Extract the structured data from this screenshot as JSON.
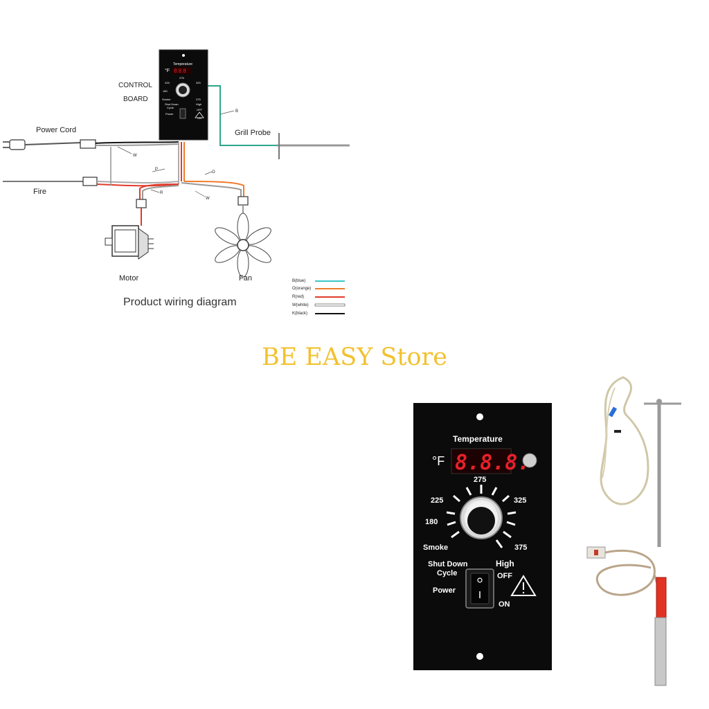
{
  "diagram": {
    "caption": "Product wiring diagram",
    "labels": {
      "control_board_line1": "CONTROL",
      "control_board_line2": "BOARD",
      "power_cord": "Power  Cord",
      "grill_probe": "Grill Probe",
      "fire": "Fire",
      "motor": "Motor",
      "fan": "Fan"
    },
    "wire_tags": {
      "b": "B",
      "w1": "W",
      "p": "P",
      "r": "R",
      "w2": "W",
      "o": "O"
    },
    "mini_board": {
      "temperature": "Temperature",
      "unit": "°F",
      "dial": {
        "t275": "275",
        "t225": "225",
        "t325": "325",
        "t180": "180",
        "t375": "375",
        "smoke": "Smoke",
        "high": "High"
      },
      "shutdown": "Shut Down",
      "cycle": "Cycle",
      "power": "Power",
      "off": "OFF",
      "on": "ON"
    },
    "legend": [
      {
        "label": "B(blue)",
        "color": "#3cc8c8"
      },
      {
        "label": "O(orange)",
        "color": "#f07a2a"
      },
      {
        "label": "R(red)",
        "color": "#e03a2a"
      },
      {
        "label": "W(white)",
        "color": "#ffffff"
      },
      {
        "label": "K(black)",
        "color": "#111111"
      }
    ]
  },
  "store": {
    "name": "BE EASY Store"
  },
  "controller": {
    "temperature": "Temperature",
    "unit": "°F",
    "display": "8.8.8.",
    "dial": {
      "t275": "275",
      "t225": "225",
      "t325": "325",
      "t180": "180",
      "t375": "375",
      "smoke": "Smoke",
      "high": "High"
    },
    "shutdown_line1": "Shut Down",
    "shutdown_line2": "Cycle",
    "power": "Power",
    "off": "OFF",
    "on": "ON",
    "icon_switch": "rocker-switch-icon",
    "icon_warning": "warning-icon"
  },
  "colors": {
    "store_text": "#f2c12e",
    "panel": "#0b0b0b",
    "display_digits": "#e8202a"
  }
}
